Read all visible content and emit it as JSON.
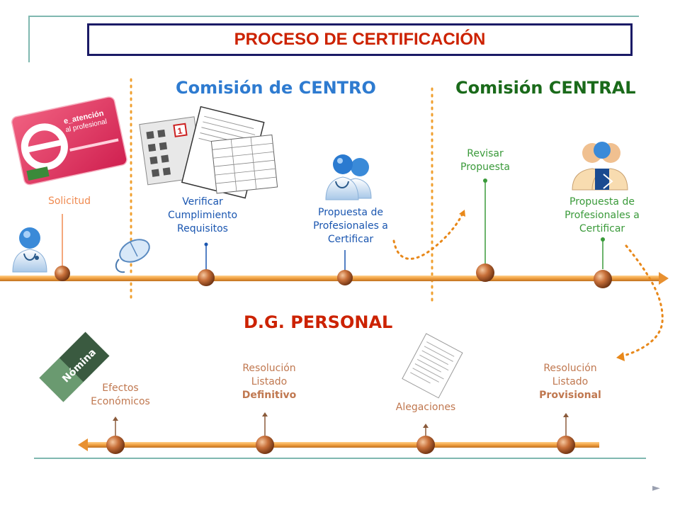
{
  "title": "PROCESO DE CERTIFICACIÓN",
  "headings": {
    "centro": "Comisión de CENTRO",
    "central": "Comisión CENTRAL",
    "dg": "D.G. PERSONAL"
  },
  "top_steps": {
    "solicitud": "Solicitud",
    "verificar": [
      "Verificar",
      "Cumplimiento",
      "Requisitos"
    ],
    "propuesta_centro": [
      "Propuesta de",
      "Profesionales a",
      "Certificar"
    ],
    "revisar": [
      "Revisar",
      "Propuesta"
    ],
    "propuesta_central": [
      "Propuesta de",
      "Profesionales a",
      "Certificar"
    ]
  },
  "bottom_steps": {
    "efectos": [
      "Efectos",
      "Económicos"
    ],
    "definitivo": [
      "Resolución",
      "Listado",
      "Definitivo"
    ],
    "alegaciones": "Alegaciones",
    "provisional": [
      "Resolución",
      "Listado",
      "Provisional"
    ]
  },
  "card": {
    "brand_line1": "e_atención",
    "brand_line2": "al profesional"
  },
  "nomina_label": "Nómina",
  "calendar_number": "1",
  "colors": {
    "title_border": "#1a1a66",
    "title_text": "#cc2200",
    "centro": "#2e7bd0",
    "central": "#1a6a1a",
    "dg": "#cc2200",
    "timeline": "#f0a040",
    "dots": "#e8881a"
  },
  "icons": [
    "doctor-icon",
    "mouse-icon",
    "card-icon",
    "documents-icon",
    "doctor-group-icon",
    "nomina-icon",
    "paper-icon",
    "next-arrow-icon"
  ]
}
